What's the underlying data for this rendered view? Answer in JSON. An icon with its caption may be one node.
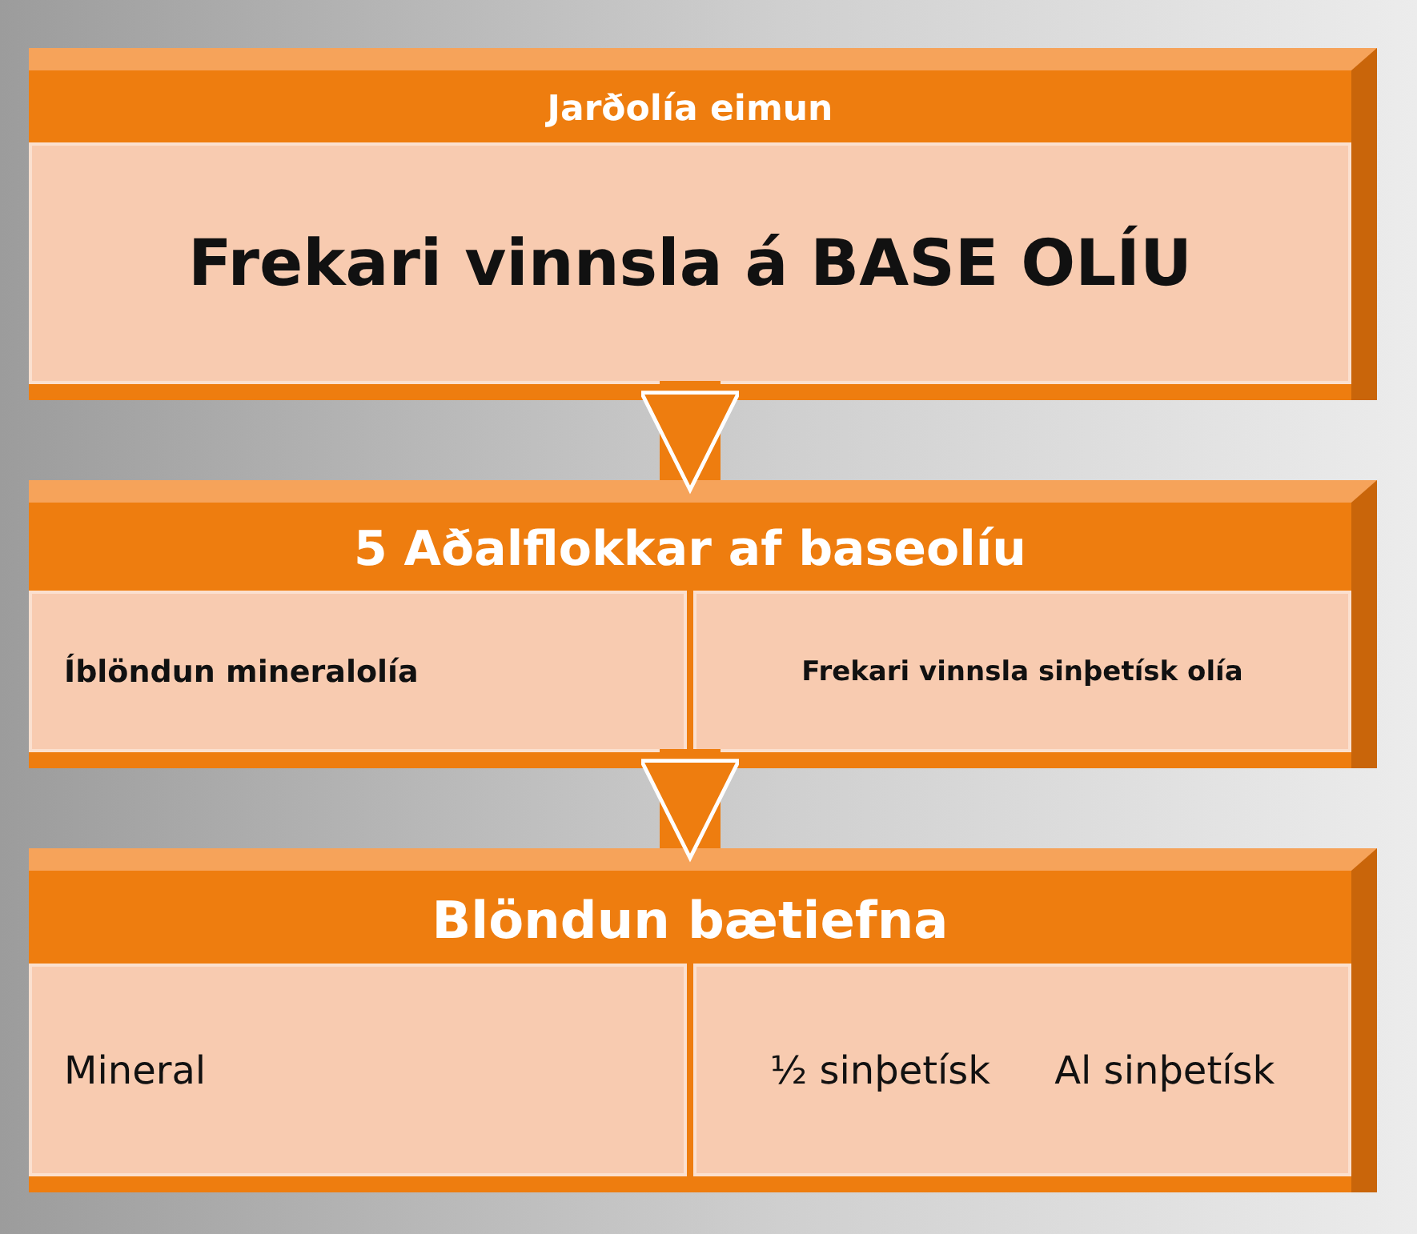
{
  "diagram": {
    "nodes": [
      {
        "text": [
          "Jarðolía eimun"
        ]
      },
      {
        "text": [
          "Frekari vinnsla á BASE OLÍU"
        ],
        "in": 0
      },
      {
        "text": [
          "5 Aðalflokkar af baseolíu"
        ]
      },
      {
        "text": [
          "Íblöndun mineralolía"
        ],
        "in": 2
      },
      {
        "text": [
          "Frekari vinnsla sinþetísk olía"
        ],
        "in": 2
      },
      {
        "text": [
          "Blöndun bætiefna"
        ]
      },
      {
        "text": [
          "Mineral"
        ],
        "in": 5
      },
      {
        "text": [
          "½ sinþetísk",
          "Al sinþetísk"
        ],
        "in": 5
      }
    ],
    "edges": [
      {
        "from": 0,
        "to": 2,
        "arrow": "to"
      },
      {
        "from": 2,
        "to": 5,
        "arrow": "to"
      }
    ]
  }
}
